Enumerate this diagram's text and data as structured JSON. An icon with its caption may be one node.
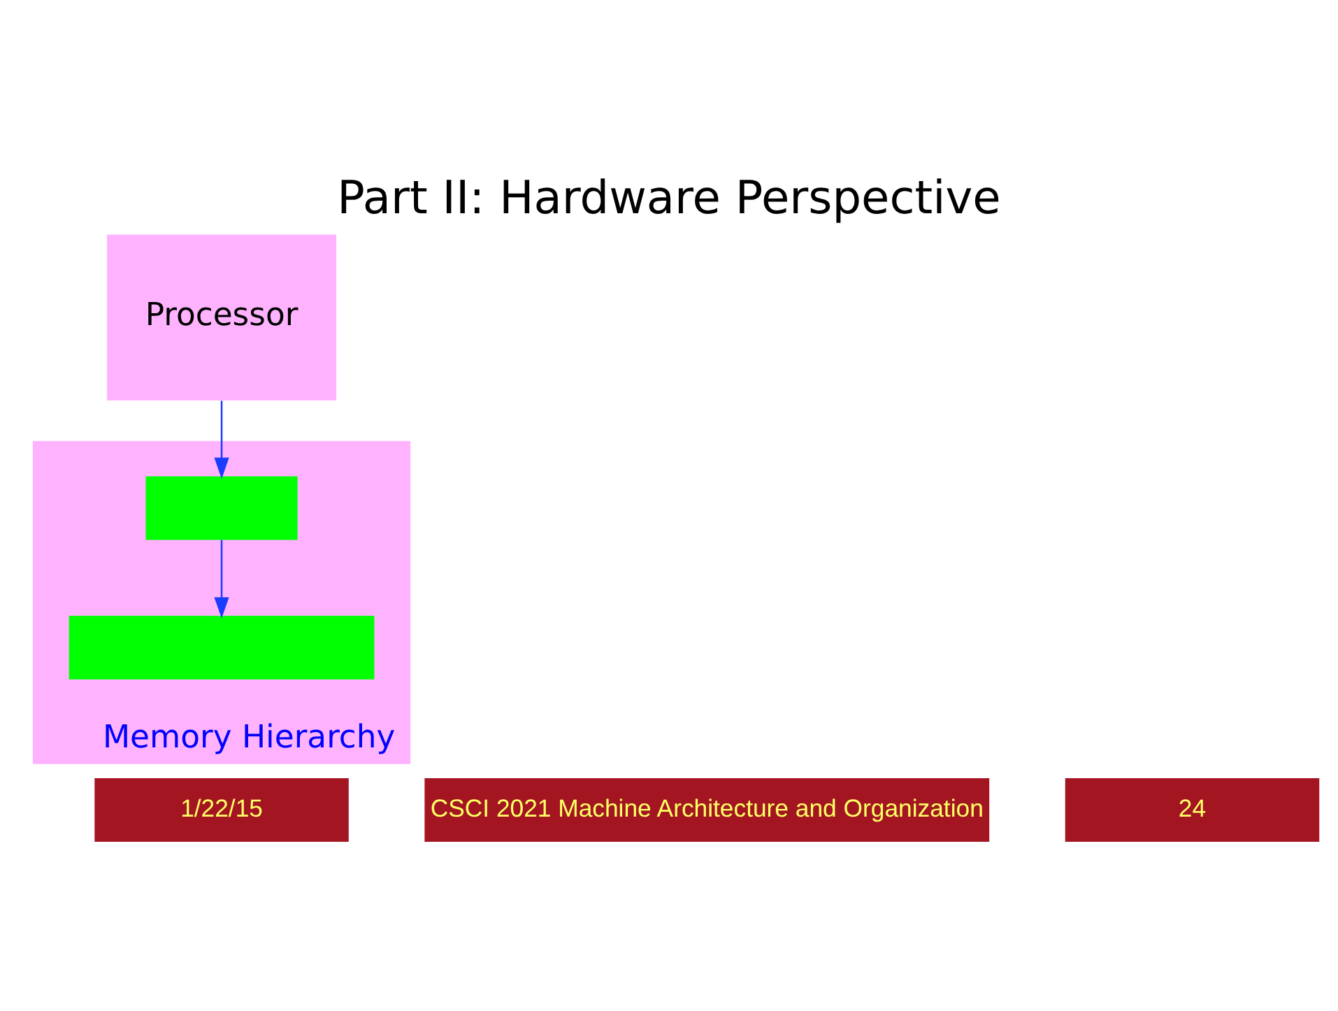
{
  "diagram": {
    "title": "Part II: Hardware Perspective",
    "nodes": [
      {
        "text": [
          "Processor"
        ]
      },
      {
        "text": [
          "Memory Hierarchy"
        ]
      },
      {
        "text": [],
        "shape": "box",
        "in": 1
      },
      {
        "text": [],
        "shape": "box",
        "in": 1
      }
    ],
    "edges": [
      {
        "from": 0,
        "to": 2,
        "arrow": "to"
      },
      {
        "from": 2,
        "to": 3,
        "arrow": "to"
      }
    ],
    "labels": [
      "1/22/15",
      "CSCI 2021 Machine Architecture and Organization",
      "24"
    ]
  }
}
